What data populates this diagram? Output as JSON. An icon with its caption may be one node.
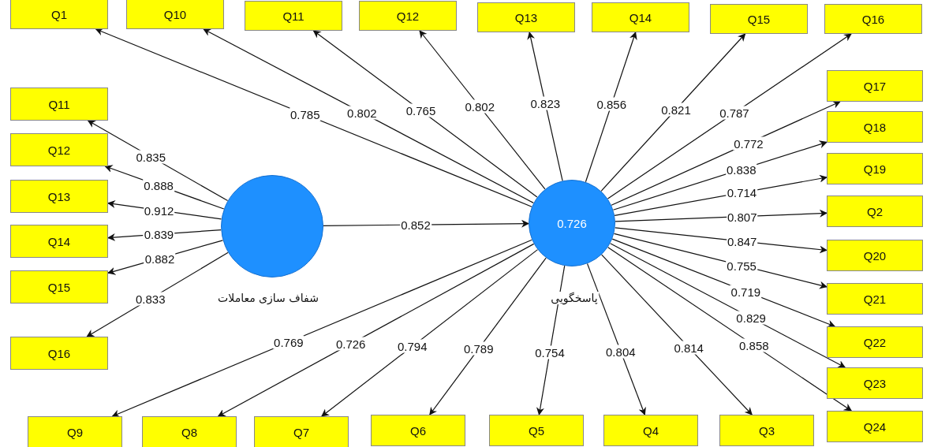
{
  "diagram": {
    "nodes": [
      {
        "text": [],
        "shape": "circle",
        "beside": [
          "شفاف سازی معاملات"
        ]
      },
      {
        "text": [
          "0.726"
        ],
        "beside": [
          "پاسخگویی"
        ]
      },
      {
        "text": [
          "Q1"
        ]
      },
      {
        "text": [
          "Q10"
        ]
      },
      {
        "text": [
          "Q11"
        ]
      },
      {
        "text": [
          "Q12"
        ]
      },
      {
        "text": [
          "Q13"
        ]
      },
      {
        "text": [
          "Q14"
        ]
      },
      {
        "text": [
          "Q15"
        ]
      },
      {
        "text": [
          "Q16"
        ]
      },
      {
        "text": [
          "Q11"
        ]
      },
      {
        "text": [
          "Q12"
        ]
      },
      {
        "text": [
          "Q13"
        ]
      },
      {
        "text": [
          "Q14"
        ]
      },
      {
        "text": [
          "Q15"
        ]
      },
      {
        "text": [
          "Q16"
        ]
      },
      {
        "text": [
          "Q17"
        ]
      },
      {
        "text": [
          "Q18"
        ]
      },
      {
        "text": [
          "Q19"
        ]
      },
      {
        "text": [
          "Q2"
        ]
      },
      {
        "text": [
          "Q20"
        ]
      },
      {
        "text": [
          "Q21"
        ]
      },
      {
        "text": [
          "Q22"
        ]
      },
      {
        "text": [
          "Q23"
        ]
      },
      {
        "text": [
          "Q24"
        ]
      },
      {
        "text": [
          "Q9"
        ]
      },
      {
        "text": [
          "Q8"
        ]
      },
      {
        "text": [
          "Q7"
        ]
      },
      {
        "text": [
          "Q6"
        ]
      },
      {
        "text": [
          "Q5"
        ]
      },
      {
        "text": [
          "Q4"
        ]
      },
      {
        "text": [
          "Q3"
        ]
      }
    ],
    "edges": [
      {
        "from": 0,
        "to": 1,
        "arrow": "to",
        "label": "0.852"
      },
      {
        "from": 0,
        "to": 10,
        "arrow": "to",
        "label": "0.835"
      },
      {
        "from": 0,
        "to": 11,
        "arrow": "to",
        "label": "0.888"
      },
      {
        "from": 0,
        "to": 12,
        "arrow": "to",
        "label": "0.912"
      },
      {
        "from": 0,
        "to": 13,
        "arrow": "to",
        "label": "0.839"
      },
      {
        "from": 0,
        "to": 14,
        "arrow": "to",
        "label": "0.882"
      },
      {
        "from": 0,
        "to": 15,
        "arrow": "to",
        "label": "0.833"
      },
      {
        "from": 1,
        "to": 2,
        "arrow": "to",
        "label": "0.785"
      },
      {
        "from": 1,
        "to": 3,
        "arrow": "to",
        "label": "0.802"
      },
      {
        "from": 1,
        "to": 4,
        "arrow": "to",
        "label": "0.765"
      },
      {
        "from": 1,
        "to": 5,
        "arrow": "to",
        "label": "0.802"
      },
      {
        "from": 1,
        "to": 6,
        "arrow": "to",
        "label": "0.823"
      },
      {
        "from": 1,
        "to": 7,
        "arrow": "to",
        "label": "0.856"
      },
      {
        "from": 1,
        "to": 8,
        "arrow": "to",
        "label": "0.821"
      },
      {
        "from": 1,
        "to": 9,
        "arrow": "to",
        "label": "0.787"
      },
      {
        "from": 1,
        "to": 16,
        "arrow": "to",
        "label": "0.772"
      },
      {
        "from": 1,
        "to": 17,
        "arrow": "to",
        "label": "0.838"
      },
      {
        "from": 1,
        "to": 18,
        "arrow": "to",
        "label": "0.714"
      },
      {
        "from": 1,
        "to": 19,
        "arrow": "to",
        "label": "0.807"
      },
      {
        "from": 1,
        "to": 20,
        "arrow": "to",
        "label": "0.847"
      },
      {
        "from": 1,
        "to": 21,
        "arrow": "to",
        "label": "0.755"
      },
      {
        "from": 1,
        "to": 22,
        "arrow": "to",
        "label": "0.719"
      },
      {
        "from": 1,
        "to": 23,
        "arrow": "to",
        "label": "0.829"
      },
      {
        "from": 1,
        "to": 24,
        "arrow": "to",
        "label": "0.858"
      },
      {
        "from": 1,
        "to": 25,
        "arrow": "to",
        "label": "0.769"
      },
      {
        "from": 1,
        "to": 26,
        "arrow": "to",
        "label": "0.726"
      },
      {
        "from": 1,
        "to": 27,
        "arrow": "to",
        "label": "0.794"
      },
      {
        "from": 1,
        "to": 28,
        "arrow": "to",
        "label": "0.789"
      },
      {
        "from": 1,
        "to": 29,
        "arrow": "to",
        "label": "0.754"
      },
      {
        "from": 1,
        "to": 30,
        "arrow": "to",
        "label": "0.804"
      },
      {
        "from": 1,
        "to": 31,
        "arrow": "to",
        "label": "0.814"
      }
    ]
  }
}
